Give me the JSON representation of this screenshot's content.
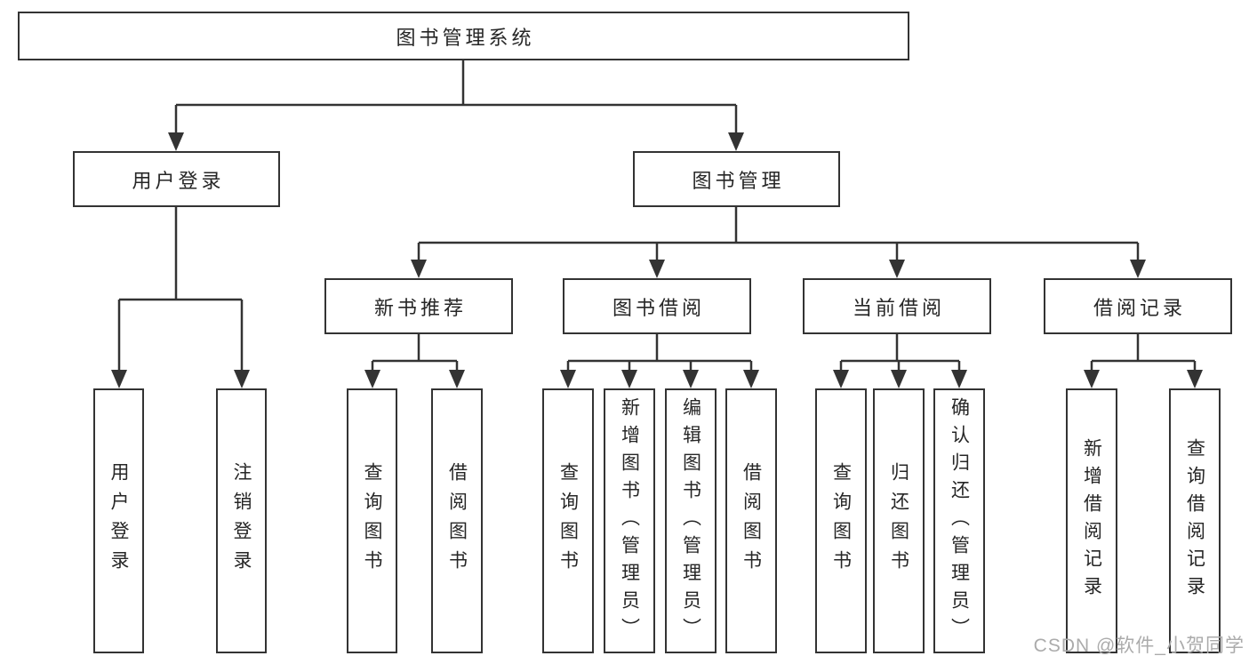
{
  "tree": {
    "label": "图书管理系统",
    "children": [
      {
        "label": "用户登录",
        "children": [
          {
            "label": "用户登录"
          },
          {
            "label": "注销登录"
          }
        ]
      },
      {
        "label": "图书管理",
        "children": [
          {
            "label": "新书推荐",
            "children": [
              {
                "label": "查询图书"
              },
              {
                "label": "借阅图书"
              }
            ]
          },
          {
            "label": "图书借阅",
            "children": [
              {
                "label": "查询图书"
              },
              {
                "label": "新增图书（管理员）"
              },
              {
                "label": "编辑图书（管理员）"
              },
              {
                "label": "借阅图书"
              }
            ]
          },
          {
            "label": "当前借阅",
            "children": [
              {
                "label": "查询图书"
              },
              {
                "label": "归还图书"
              },
              {
                "label": "确认归还（管理员）"
              }
            ]
          },
          {
            "label": "借阅记录",
            "children": [
              {
                "label": "新增借阅记录"
              },
              {
                "label": "查询借阅记录"
              }
            ]
          }
        ]
      }
    ]
  },
  "watermark": {
    "text": "CSDN @软件_小贺同学"
  },
  "colors": {
    "line": "#333333",
    "box_border": "#333333",
    "box_background": "#ffffff",
    "text": "#262626",
    "watermark": "#ababab"
  }
}
